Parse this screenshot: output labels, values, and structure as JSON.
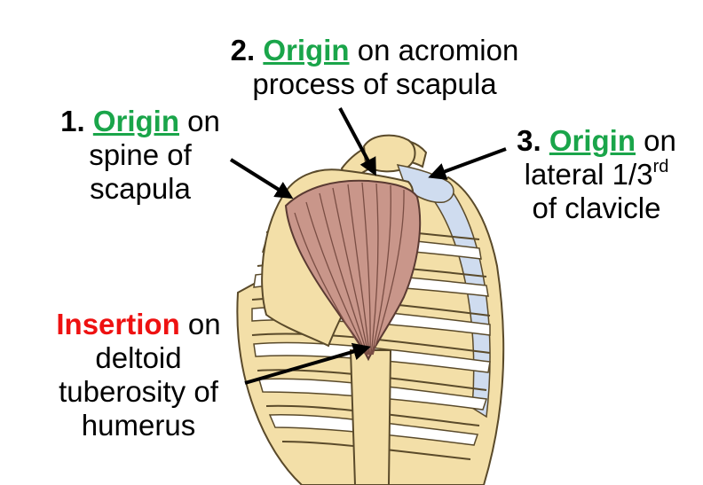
{
  "labels": {
    "label_1": {
      "number": "1.",
      "keyword": "Origin",
      "rest": " on",
      "line2": "spine of",
      "line3": "scapula"
    },
    "label_2": {
      "number": "2.",
      "keyword": "Origin",
      "rest": " on acromion",
      "line2": "process of scapula"
    },
    "label_3": {
      "number": "3.",
      "keyword": "Origin",
      "rest": " on",
      "line2_a": "lateral 1/3",
      "line2_sup": "rd",
      "line3": "of clavicle"
    },
    "label_4": {
      "keyword": "Insertion",
      "rest": " on",
      "line2": "deltoid",
      "line3": "tuberosity of",
      "line4": "humerus"
    }
  },
  "colors": {
    "origin": "#1aa54a",
    "insertion": "#ee1111",
    "bone": "#f3dfa8",
    "muscle": "#c9968a",
    "cartilage": "#cfdcef"
  },
  "icons": [
    "arrow-icon",
    "scapula-illustration",
    "deltoid-muscle-illustration",
    "rib-cage-illustration"
  ]
}
